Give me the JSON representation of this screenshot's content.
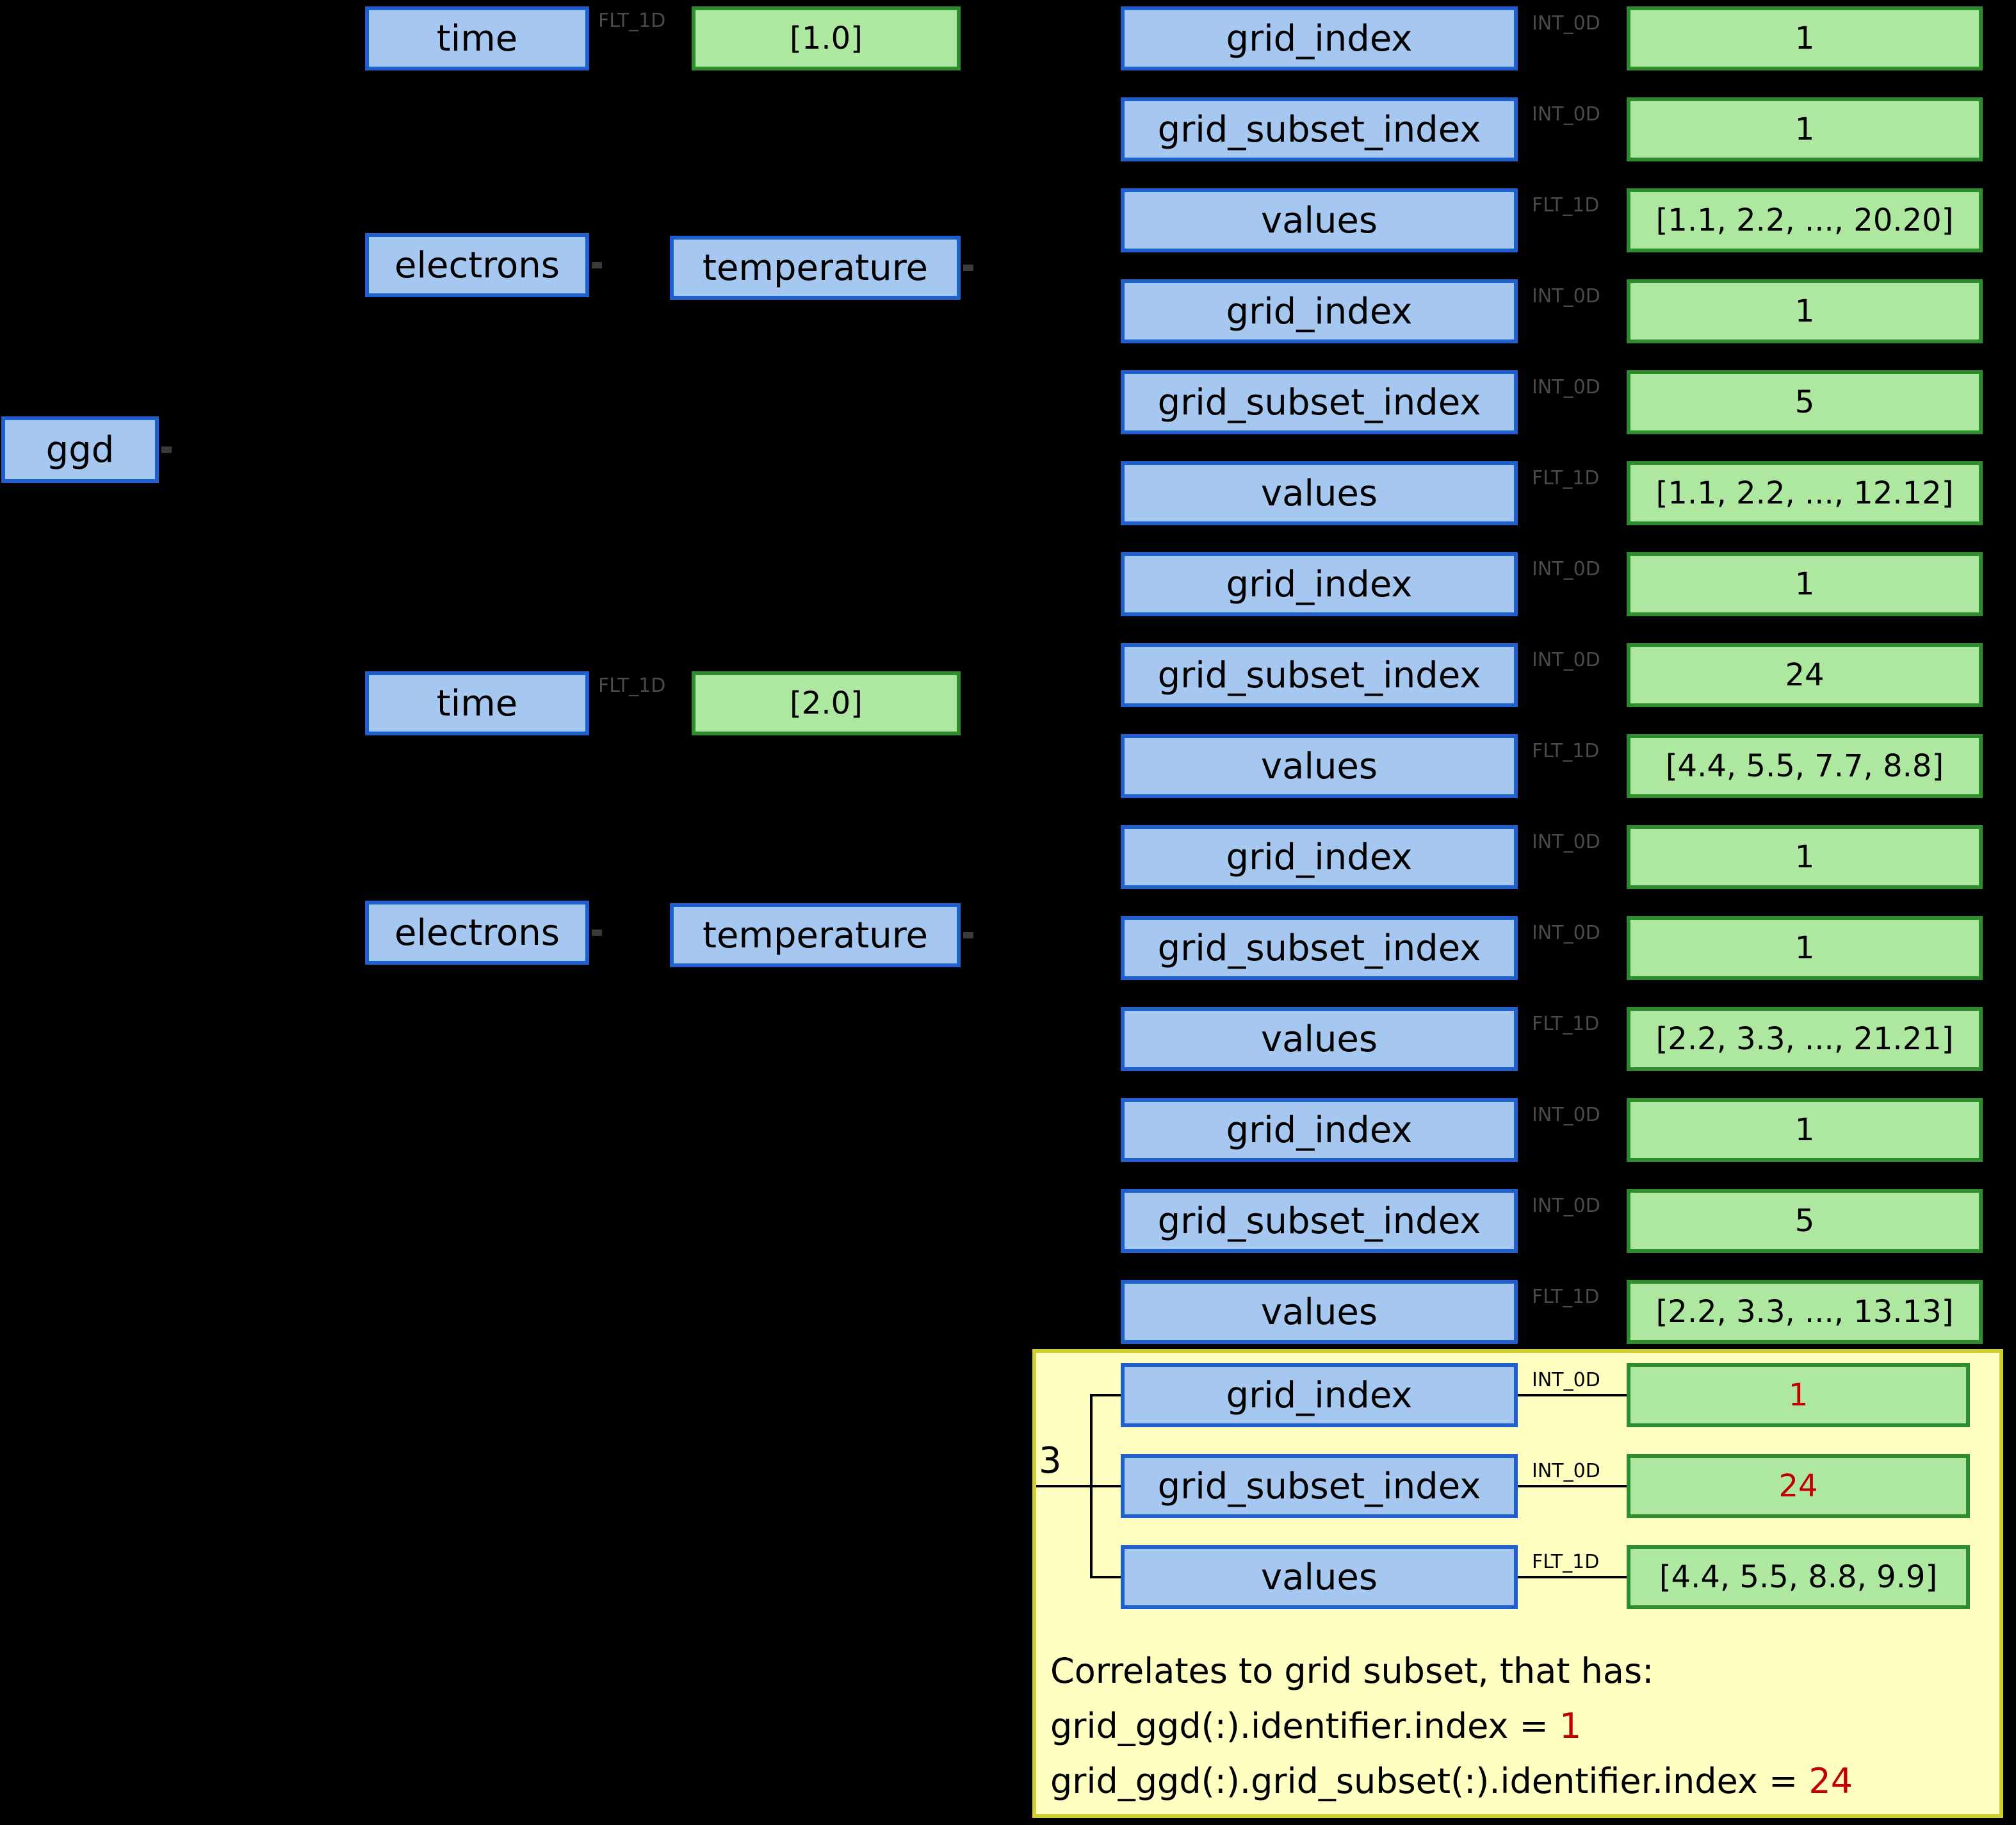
{
  "colors": {
    "background": "#000000",
    "node-fill": "#a6c8f0",
    "node-border": "#2060cc",
    "value-fill": "#aee8a0",
    "value-border": "#2e8b2e",
    "highlight-fill": "#ffffc2",
    "highlight-border": "#cfcf30",
    "red": "#c00000",
    "faint": "#4a4a4a"
  },
  "root": {
    "label": "ggd"
  },
  "slice1": {
    "time": {
      "label": "time",
      "type": "FLT_1D",
      "value": "[1.0]"
    },
    "species": {
      "label": "electrons"
    },
    "quantity": {
      "label": "temperature"
    }
  },
  "slice2": {
    "time": {
      "label": "time",
      "type": "FLT_1D",
      "value": "[2.0]"
    },
    "species": {
      "label": "electrons"
    },
    "quantity": {
      "label": "temperature"
    }
  },
  "rows": [
    {
      "label": "grid_index",
      "type": "INT_0D",
      "value": "1"
    },
    {
      "label": "grid_subset_index",
      "type": "INT_0D",
      "value": "1"
    },
    {
      "label": "values",
      "type": "FLT_1D",
      "value": "[1.1, 2.2, ..., 20.20]"
    },
    {
      "label": "grid_index",
      "type": "INT_0D",
      "value": "1"
    },
    {
      "label": "grid_subset_index",
      "type": "INT_0D",
      "value": "5"
    },
    {
      "label": "values",
      "type": "FLT_1D",
      "value": "[1.1, 2.2, ..., 12.12]"
    },
    {
      "label": "grid_index",
      "type": "INT_0D",
      "value": "1"
    },
    {
      "label": "grid_subset_index",
      "type": "INT_0D",
      "value": "24"
    },
    {
      "label": "values",
      "type": "FLT_1D",
      "value": "[4.4, 5.5, 7.7, 8.8]"
    },
    {
      "label": "grid_index",
      "type": "INT_0D",
      "value": "1"
    },
    {
      "label": "grid_subset_index",
      "type": "INT_0D",
      "value": "1"
    },
    {
      "label": "values",
      "type": "FLT_1D",
      "value": "[2.2, 3.3, ..., 21.21]"
    },
    {
      "label": "grid_index",
      "type": "INT_0D",
      "value": "1"
    },
    {
      "label": "grid_subset_index",
      "type": "INT_0D",
      "value": "5"
    },
    {
      "label": "values",
      "type": "FLT_1D",
      "value": "[2.2, 3.3, ..., 13.13]"
    }
  ],
  "highlight": {
    "count": "3",
    "rows": [
      {
        "label": "grid_index",
        "type": "INT_0D",
        "value": "1"
      },
      {
        "label": "grid_subset_index",
        "type": "INT_0D",
        "value": "24"
      },
      {
        "label": "values",
        "type": "FLT_1D",
        "value": "[4.4, 5.5, 8.8, 9.9]"
      }
    ],
    "note": {
      "line1": "Correlates to grid subset, that has:",
      "line2_prefix": "grid_ggd(:).identifier.index = ",
      "line2_value": "1",
      "line3_prefix": "grid_ggd(:).grid_subset(:).identifier.index = ",
      "line3_value": "24"
    }
  }
}
